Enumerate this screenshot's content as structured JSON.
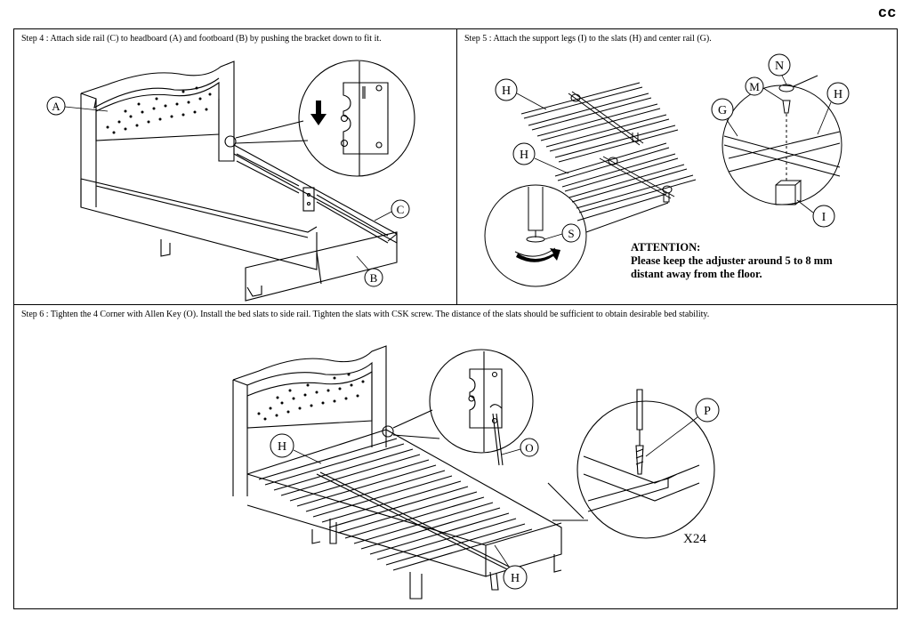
{
  "header": {
    "badge": "cc"
  },
  "step4": {
    "caption": "Step 4 : Attach side rail (C) to headboard (A) and footboard (B) by pushing the bracket down to fit it.",
    "labels": {
      "a": "A",
      "b": "B",
      "c": "C"
    }
  },
  "step5": {
    "caption": "Step 5 : Attach the support legs (I) to the slats (H) and center rail (G).",
    "labels": {
      "h1": "H",
      "h2": "H",
      "h3": "H",
      "g": "G",
      "m": "M",
      "n": "N",
      "i": "I",
      "s": "S"
    },
    "attention_title": "ATTENTION:",
    "attention_line1": "Please keep the adjuster around 5 to 8 mm",
    "attention_line2": "distant away from the floor."
  },
  "step6": {
    "caption": "Step 6 : Tighten the 4 Corner with Allen Key (O). Install the bed slats to side rail. Tighten the slats with CSK screw. The distance of the slats should be sufficient to obtain desirable bed stability.",
    "labels": {
      "h1": "H",
      "h2": "H",
      "o": "O",
      "p": "P"
    },
    "quantity": "X24"
  }
}
